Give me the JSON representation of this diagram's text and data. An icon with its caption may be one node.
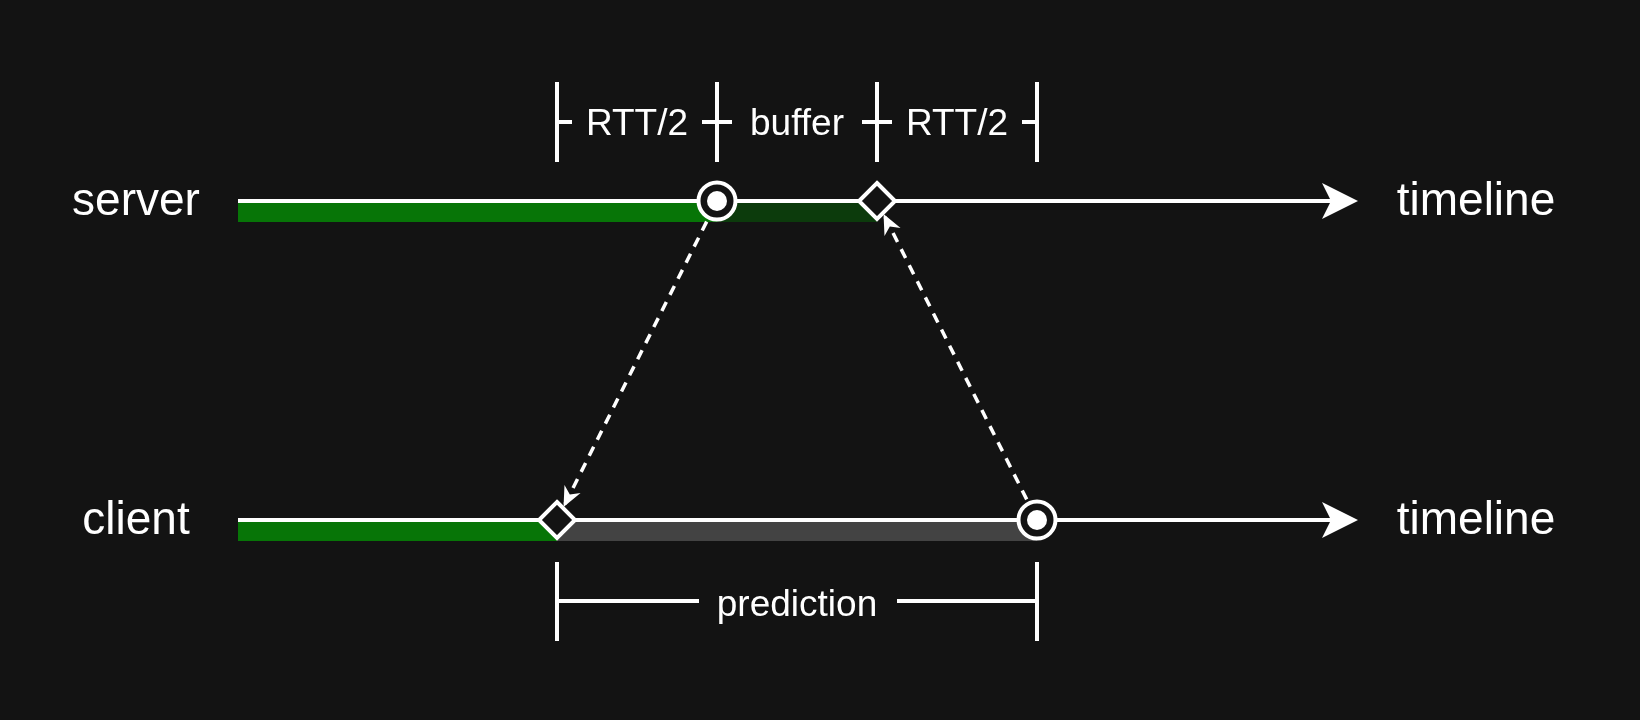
{
  "diagram": {
    "nodes": [
      {
        "text": [],
        "shape": "circle"
      },
      {
        "text": [],
        "shape": "diamond"
      },
      {
        "text": [],
        "shape": "diamond"
      },
      {
        "text": [],
        "shape": "circle"
      }
    ],
    "edges": [
      {
        "from": 0,
        "to": 2,
        "arrow": "to",
        "style": "dashed"
      },
      {
        "from": 3,
        "to": 1,
        "arrow": "to",
        "style": "dashed"
      }
    ],
    "labels": [
      "RTT/2",
      "buffer",
      "RTT/2",
      "server",
      "timeline",
      "client",
      "timeline",
      "prediction"
    ]
  }
}
